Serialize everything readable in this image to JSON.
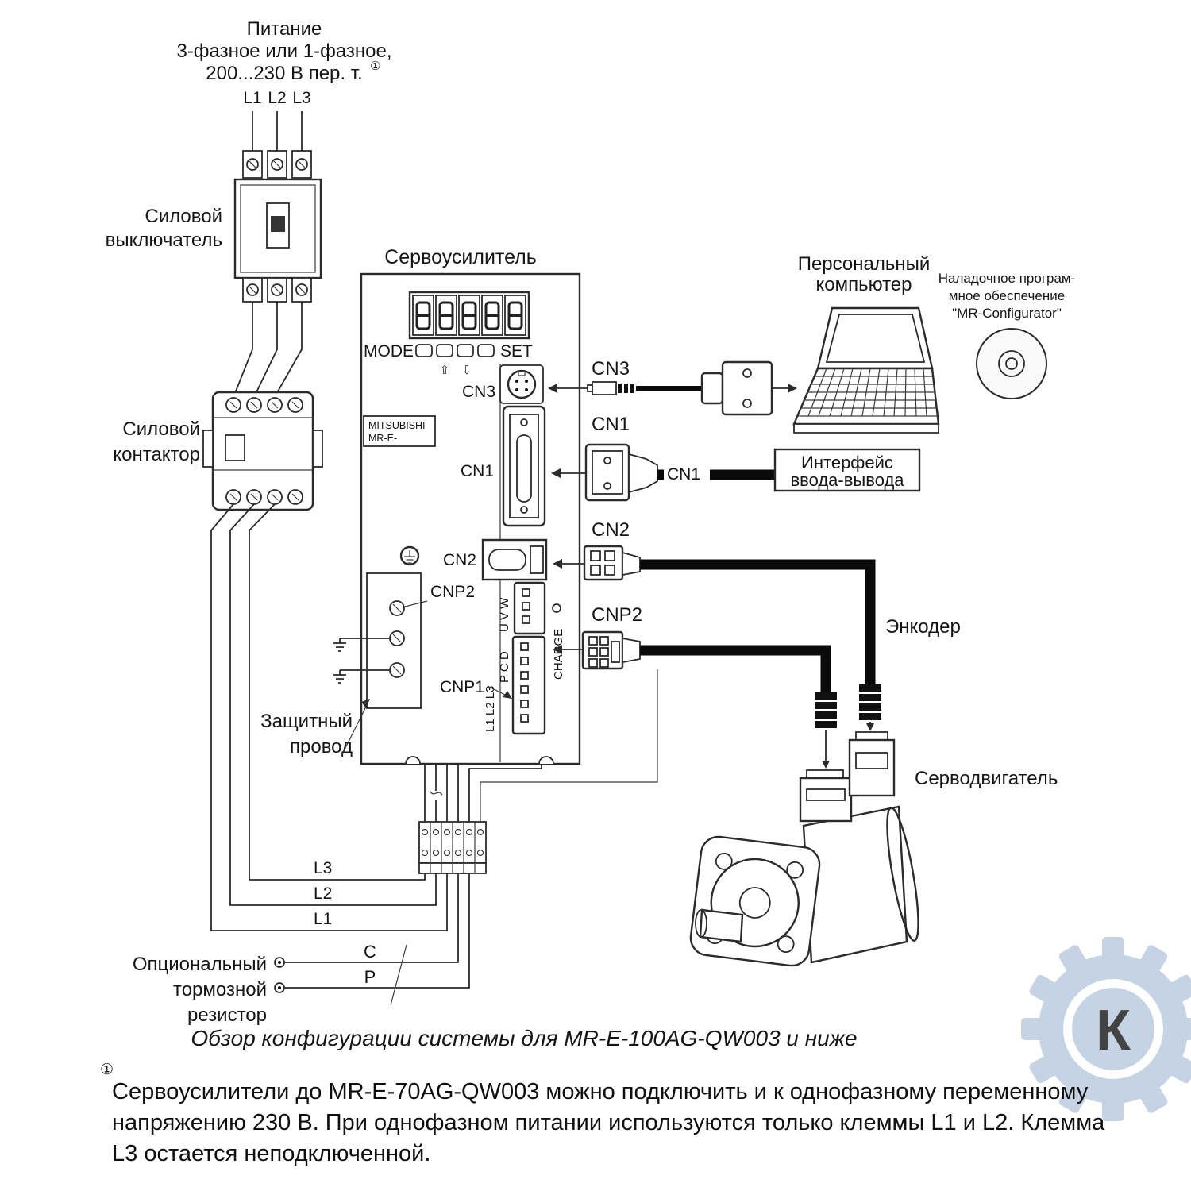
{
  "power": {
    "line1": "Питание",
    "line2": "3-фазное или 1-фазное,",
    "line3": "200...230 В пер. т.",
    "fnref": "①",
    "l1": "L1",
    "l2": "L2",
    "l3": "L3"
  },
  "labels": {
    "breaker1": "Силовой",
    "breaker2": "выключатель",
    "contactor1": "Силовой",
    "contactor2": "контактор",
    "amplifier": "Сервоусилитель",
    "pc1": "Персональный",
    "pc2": "компьютер",
    "sw1": "Наладочное програм-",
    "sw2": "мное обеспечение",
    "sw3": "\"MR-Configurator\"",
    "io1": "Интерфейс",
    "io2": "ввода-вывода",
    "encoder": "Энкодер",
    "motor": "Серводвигатель",
    "ground1": "Защитный",
    "ground2": "провод",
    "res1": "Опциональный",
    "res2": "тормозной",
    "res3": "резистор"
  },
  "panel": {
    "mode": "MODE",
    "set": "SET",
    "brand1": "MITSUBISHI",
    "brand2": "MR-E-",
    "cn3": "CN3",
    "cn1": "CN1",
    "cn2": "CN2",
    "cnp2": "CNP2",
    "cnp1": "CNP1",
    "charge": "CHARGE",
    "pins_uvw": "U V W",
    "pins_pcd": "P C D",
    "pins_l": "L1 L2 L3",
    "up": "⇧",
    "down": "⇩"
  },
  "ports": {
    "cn3": "CN3",
    "cn1": "CN1",
    "cn1_cable": "CN1",
    "cn2": "CN2",
    "cnp2": "CNP2"
  },
  "wires": {
    "l3": "L3",
    "l2": "L2",
    "l1": "L1",
    "c": "C",
    "p": "P"
  },
  "caption": "Обзор конфигурации системы для MR-E-100AG-QW003 и ниже",
  "footnote": {
    "mark": "①",
    "text": "Сервоусилители до MR-E-70AG-QW003 можно подключить и к однофазному переменному напряжению 230 В. При однофазном питании используются только клеммы L1 и L2. Клемма L3 остается неподключенной."
  },
  "watermark": {
    "letter": "К"
  }
}
